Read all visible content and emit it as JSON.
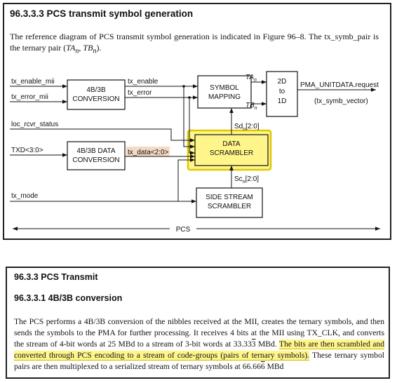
{
  "top": {
    "heading": "96.3.3.3 PCS transmit symbol generation",
    "para_text_1": "The reference diagram of PCS transmit symbol generation is indicated in Figure 96–8. The tx_symb_pair is the ternary pair (",
    "para_ta": "TA",
    "para_ta_sub": "n",
    "para_sep": ", ",
    "para_tb": "TB",
    "para_tb_sub": "n",
    "para_end": ")."
  },
  "diagram": {
    "inputs": {
      "tx_enable_mii": "tx_enable_mii",
      "tx_error_mii": "tx_error_mii",
      "loc_rcvr_status": "loc_rcvr_status",
      "txd": "TXD<3:0>",
      "tx_mode": "tx_mode"
    },
    "blocks": {
      "conv_4b3b_line1": "4B/3B",
      "conv_4b3b_line2": "CONVERSION",
      "data_conv_line1": "4B/3B DATA",
      "data_conv_line2": "CONVERSION",
      "symbol_mapping_line1": "SYMBOL",
      "symbol_mapping_line2": "MAPPING",
      "data_scrambler_line1": "DATA",
      "data_scrambler_line2": "SCRAMBLER",
      "side_stream_line1": "SIDE STREAM",
      "side_stream_line2": "SCRAMBLER",
      "conv_2d_line1": "2D",
      "conv_2d_line2": "to",
      "conv_2d_line3": "1D"
    },
    "signals": {
      "tx_enable": "tx_enable",
      "tx_error": "tx_error",
      "tx_data": "tx_data<2:0>",
      "ta": "TA",
      "tb": "TB",
      "sd": "Sd",
      "sd_tail": "[2:0]",
      "sc": "Sc",
      "sc_tail": "[2:0]",
      "sub_n": "n",
      "pma_request": "PMA_UNITDATA.request",
      "tx_symb_vector": "(tx_symb_vector)",
      "pcs": "PCS"
    }
  },
  "bottom": {
    "heading1": "96.3.3 PCS Transmit",
    "heading2": "96.3.3.1 4B/3B conversion",
    "para_text_1": "The PCS performs a 4B/3B conversion of the nibbles received at the MII, creates the ternary symbols, and then sends the symbols to the PMA for further processing. It receives 4 bits at the MII using TX_CLK, and converts the stream of 4-bit words at 25 MBd to a stream of 3-bit words at 33.33",
    "para_overline_1": "3",
    "para_text_2": " MBd. ",
    "para_highlight": "The bits are then scrambled and converted through PCS encoding to a stream of code-groups (pairs of ternary symbols).",
    "para_text_3": " These ternary symbol pairs are then multiplexed to a serialized stream of ternary symbols at 66.66",
    "para_overline_2": "6",
    "para_text_4": " MBd"
  },
  "colors": {
    "highlight": "#fff58a",
    "highlight_border": "#d4b800",
    "data_tag": "#f6d9c2",
    "box_stroke": "#111111"
  }
}
